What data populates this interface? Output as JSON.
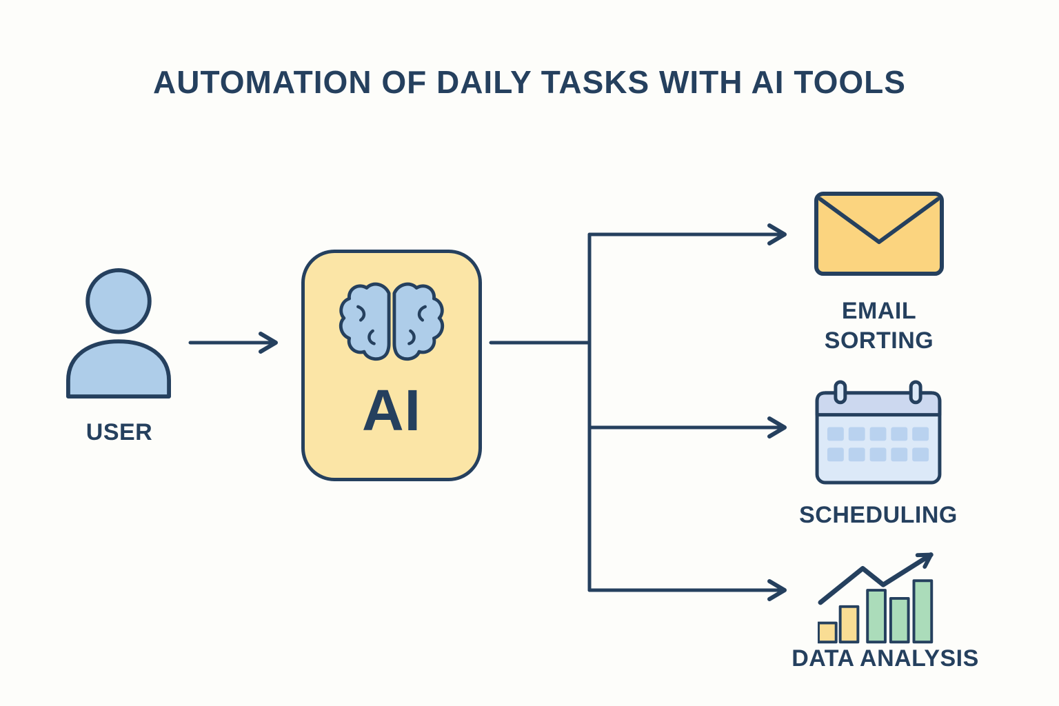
{
  "title": "AUTOMATION OF DAILY TASKS WITH AI TOOLS",
  "nodes": {
    "user": {
      "label": "USER"
    },
    "ai": {
      "label": "AI"
    },
    "email": {
      "label": "EMAIL SORTING"
    },
    "scheduling": {
      "label": "SCHEDULING"
    },
    "data_analysis": {
      "label": "DATA ANALYSIS"
    }
  },
  "colors": {
    "navy": "#25405e",
    "light_blue": "#aecde9",
    "yellow": "#fbe5a6",
    "envelope_yellow": "#fbd47f",
    "calendar_blue": "#dce9f8",
    "calendar_header": "#ccd8ef",
    "calendar_cell": "#b9d2ef",
    "bar_green": "#abdcba",
    "bar_yellow": "#f9dd94",
    "background": "#fdfdfa"
  }
}
